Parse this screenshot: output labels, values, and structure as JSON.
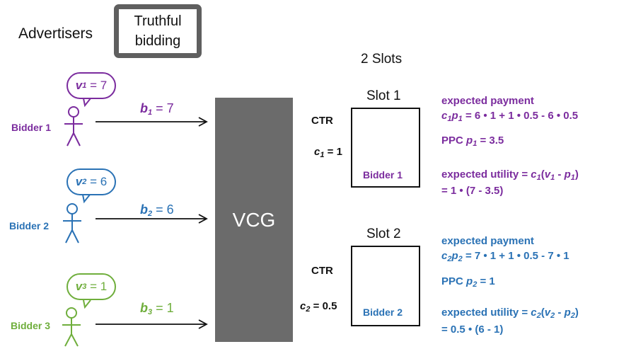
{
  "header": {
    "advertisers": "Advertisers",
    "truthful_line1": "Truthful",
    "truthful_line2": "bidding",
    "slots_title": "2 Slots"
  },
  "mechanism": {
    "label": "VCG"
  },
  "colors": {
    "bidder1": "#7b2c9e",
    "bidder2": "#2a72b5",
    "bidder3": "#6fae3c",
    "vcg_box": "#6b6b6b",
    "truthful_border": "#5f5f5f"
  },
  "bidders": [
    {
      "label": "Bidder 1",
      "value_sym": "v",
      "value_sub": "1",
      "value_eq": "= 7",
      "bid_sym": "b",
      "bid_sub": "1",
      "bid_eq": "= 7"
    },
    {
      "label": "Bidder 2",
      "value_sym": "v",
      "value_sub": "2",
      "value_eq": "= 6",
      "bid_sym": "b",
      "bid_sub": "2",
      "bid_eq": "= 6"
    },
    {
      "label": "Bidder 3",
      "value_sym": "v",
      "value_sub": "3",
      "value_eq": "= 1",
      "bid_sym": "b",
      "bid_sub": "3",
      "bid_eq": "= 1"
    }
  ],
  "slots": [
    {
      "title": "Slot 1",
      "ctr_label": "CTR",
      "ctr_sym": "c",
      "ctr_sub": "1",
      "ctr_eq": "= 1",
      "winner": "Bidder 1",
      "payment_title": "expected payment",
      "payment_formula": "= 6 • 1 + 1 • 0.5 - 6 • 0.5",
      "ppc_label": "PPC",
      "ppc_eq": "= 3.5",
      "utility_prefix": "expected utility =",
      "utility_result": "= 1 • (7 - 3.5)"
    },
    {
      "title": "Slot 2",
      "ctr_label": "CTR",
      "ctr_sym": "c",
      "ctr_sub": "2",
      "ctr_eq": "= 0.5",
      "winner": "Bidder 2",
      "payment_title": "expected payment",
      "payment_formula": "= 7 • 1 + 1 • 0.5 - 7 • 1",
      "ppc_label": "PPC",
      "ppc_eq": "= 1",
      "utility_prefix": "expected utility =",
      "utility_result": "= 0.5 • (6 - 1)"
    }
  ]
}
